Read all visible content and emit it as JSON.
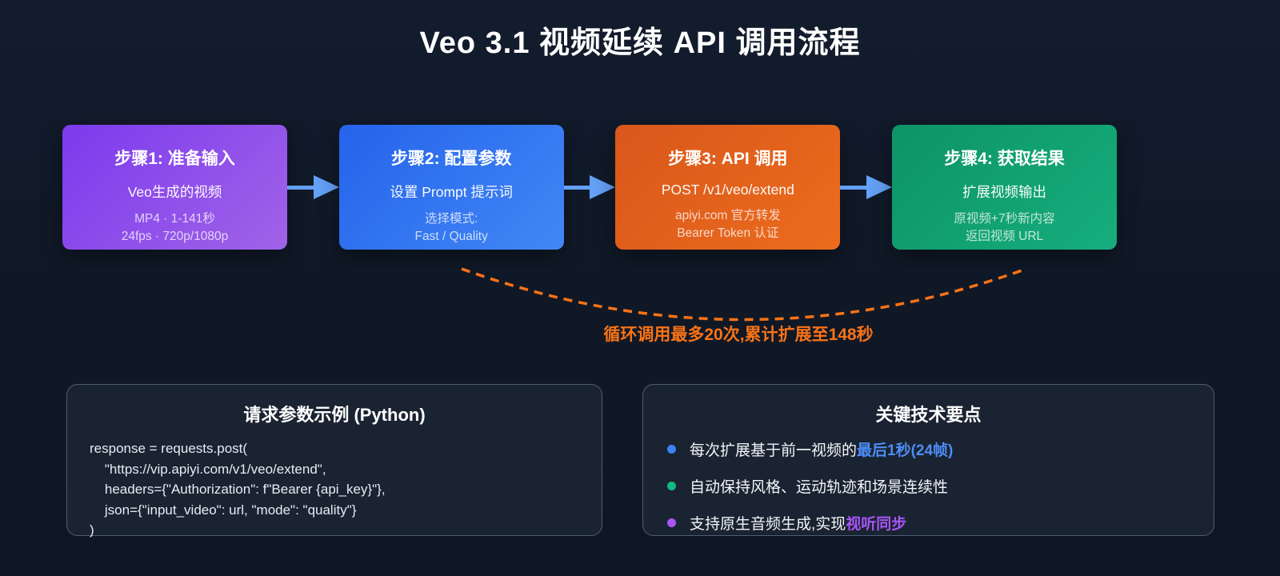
{
  "title": "Veo 3.1 视频延续 API 调用流程",
  "arrow_color": "#64a0f5",
  "steps": [
    {
      "title": "步骤1: 准备输入",
      "subtitle": "Veo生成的视频",
      "details": [
        "MP4 · 1-141秒",
        "24fps · 720p/1080p"
      ],
      "gradient_from": "#7c3aed",
      "gradient_to": "#a163e8"
    },
    {
      "title": "步骤2: 配置参数",
      "subtitle": "设置 Prompt 提示词",
      "details": [
        "选择模式:",
        "Fast / Quality"
      ],
      "gradient_from": "#2563eb",
      "gradient_to": "#4287f5"
    },
    {
      "title": "步骤3: API 调用",
      "subtitle": "POST /v1/veo/extend",
      "details": [
        "apiyi.com 官方转发",
        "Bearer Token 认证"
      ],
      "gradient_from": "#d8571b",
      "gradient_to": "#ec6c1d"
    },
    {
      "title": "步骤4: 获取结果",
      "subtitle": "扩展视频输出",
      "details": [
        "原视频+7秒新内容",
        "返回视频 URL"
      ],
      "gradient_from": "#0d9467",
      "gradient_to": "#16ad7c"
    }
  ],
  "loop": {
    "label": "循环调用最多20次,累计扩展至148秒",
    "color": "#f97316"
  },
  "code_panel": {
    "title": "请求参数示例 (Python)",
    "lines": [
      "response = requests.post(",
      "    \"https://vip.apiyi.com/v1/veo/extend\",",
      "    headers={\"Authorization\": f\"Bearer {api_key}\"},",
      "    json={\"input_video\": url, \"mode\": \"quality\"}",
      ")"
    ]
  },
  "key_points_panel": {
    "title": "关键技术要点",
    "bullets": [
      {
        "dot_color": "#3b82f6",
        "text": "每次扩展基于前一视频的",
        "highlight": "最后1秒(24帧)",
        "highlight_color": "#4d8df6"
      },
      {
        "dot_color": "#10b981",
        "text": "自动保持风格、运动轨迹和场景连续性",
        "highlight": "",
        "highlight_color": ""
      },
      {
        "dot_color": "#a855f7",
        "text": "支持原生音频生成,实现",
        "highlight": "视听同步",
        "highlight_color": "#a855f7"
      }
    ]
  }
}
